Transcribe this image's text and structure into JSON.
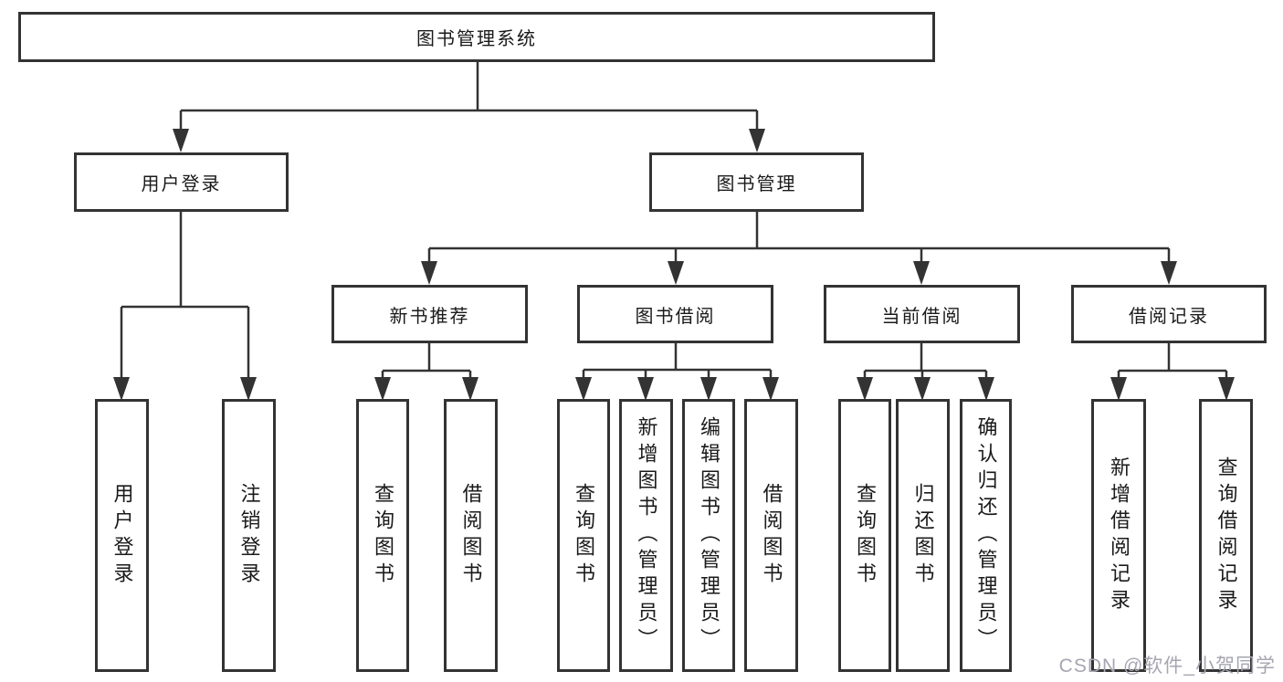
{
  "diagram": {
    "title": "图书管理系统",
    "root": {
      "label": "图书管理系统"
    },
    "level2": [
      {
        "label": "用户登录"
      },
      {
        "label": "图书管理"
      }
    ],
    "level3": [
      {
        "label": "新书推荐",
        "parent": "图书管理"
      },
      {
        "label": "图书借阅",
        "parent": "图书管理"
      },
      {
        "label": "当前借阅",
        "parent": "图书管理"
      },
      {
        "label": "借阅记录",
        "parent": "图书管理"
      }
    ],
    "leaves": [
      {
        "label": "用户登录",
        "parent": "用户登录"
      },
      {
        "label": "注销登录",
        "parent": "用户登录"
      },
      {
        "label": "查询图书",
        "parent": "新书推荐"
      },
      {
        "label": "借阅图书",
        "parent": "新书推荐"
      },
      {
        "label": "查询图书",
        "parent": "图书借阅"
      },
      {
        "label": "新增图书（管理员）",
        "parent": "图书借阅"
      },
      {
        "label": "编辑图书（管理员）",
        "parent": "图书借阅"
      },
      {
        "label": "借阅图书",
        "parent": "图书借阅"
      },
      {
        "label": "查询图书",
        "parent": "当前借阅"
      },
      {
        "label": "归还图书",
        "parent": "当前借阅"
      },
      {
        "label": "确认归还（管理员）",
        "parent": "当前借阅"
      },
      {
        "label": "新增借阅记录",
        "parent": "借阅记录"
      },
      {
        "label": "查询借阅记录",
        "parent": "借阅记录"
      }
    ]
  },
  "watermark": {
    "text": "CSDN @软件_小贺同学"
  },
  "colors": {
    "line": "#333333",
    "box_border": "#333333",
    "background": "#ffffff",
    "text": "#1a1a1a",
    "watermark": "#a6a6b2"
  }
}
